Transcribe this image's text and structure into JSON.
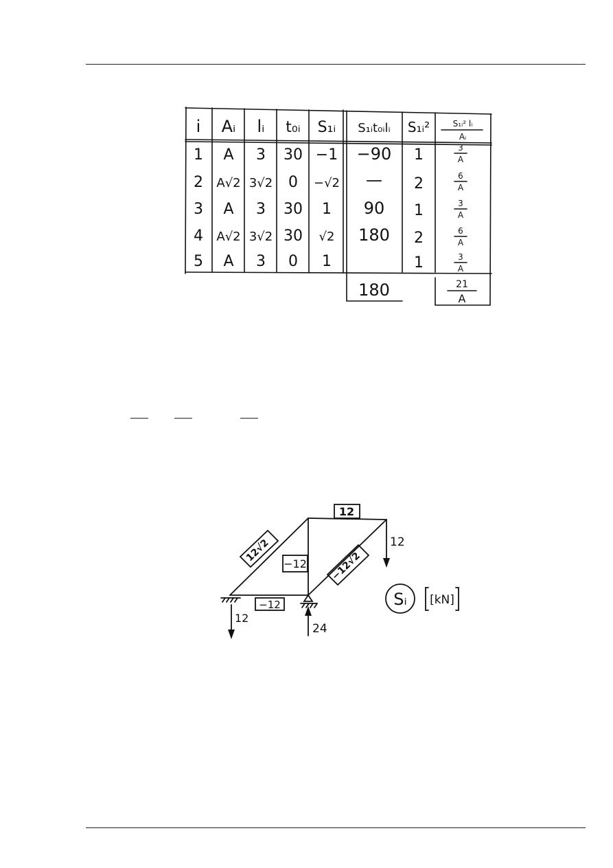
{
  "table": {
    "headers": [
      "i",
      "Aᵢ",
      "lᵢ",
      "t₀ᵢ",
      "S₁ᵢ",
      "S₁ᵢt₀ᵢlᵢ",
      "S₁ᵢ²"
    ],
    "last_header_num": "S₁ᵢ² lᵢ",
    "last_header_den": "Aᵢ",
    "rows": [
      {
        "i": "1",
        "A": "A",
        "l": "3",
        "t": "30",
        "S": "−1",
        "Stl": "−90",
        "S2": "1",
        "num": "3",
        "den": "A"
      },
      {
        "i": "2",
        "A": "A√2",
        "l": "3√2",
        "t": "0",
        "S": "−√2",
        "Stl": "—",
        "S2": "2",
        "num": "6",
        "den": "A"
      },
      {
        "i": "3",
        "A": "A",
        "l": "3",
        "t": "30",
        "S": "1",
        "Stl": "90",
        "S2": "1",
        "num": "3",
        "den": "A"
      },
      {
        "i": "4",
        "A": "A√2",
        "l": "3√2",
        "t": "30",
        "S": "√2",
        "Stl": "180",
        "S2": "2",
        "num": "6",
        "den": "A"
      },
      {
        "i": "5",
        "A": "A",
        "l": "3",
        "t": "0",
        "S": "1",
        "Stl": "",
        "S2": "1",
        "num": "3",
        "den": "A"
      }
    ],
    "sum_Stl": "180",
    "sum_num": "21",
    "sum_den": "A"
  },
  "diagram": {
    "top_force": "12",
    "diag_left": "12√2",
    "vertical": "−12",
    "diag_right": "−12√2",
    "bottom_left": "−12",
    "load_right": "12",
    "reaction_left": "12",
    "reaction_mid": "24",
    "legend_symbol": "Sᵢ",
    "legend_unit": "[kN]"
  }
}
